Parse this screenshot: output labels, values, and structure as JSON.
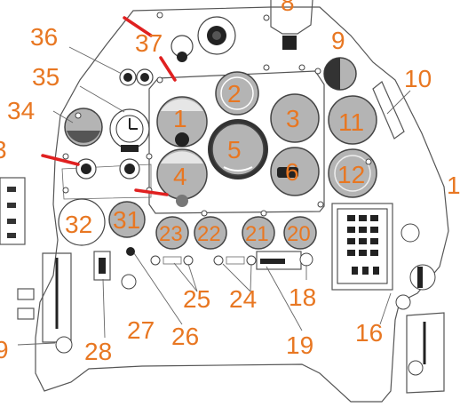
{
  "callouts": {
    "n1": "1",
    "n2": "2",
    "n3": "3",
    "n4": "4",
    "n5": "5",
    "n6": "6",
    "n8": "8",
    "n9": "9",
    "n10": "10",
    "n11": "11",
    "n12": "12",
    "n16": "16",
    "n18": "18",
    "n19": "19",
    "n20": "20",
    "n21": "21",
    "n22": "22",
    "n23": "23",
    "n24": "24",
    "n25": "25",
    "n26": "26",
    "n27": "27",
    "n28": "28",
    "n29": "9",
    "n31": "31",
    "n32": "32",
    "n33": "3",
    "n34": "34",
    "n35": "35",
    "n36": "36",
    "n37": "37",
    "n1b": "1"
  },
  "colors": {
    "callout": "#e87722",
    "marker": "#e02020",
    "gauge_face": "#b4b4b4",
    "outline": "#555555"
  }
}
